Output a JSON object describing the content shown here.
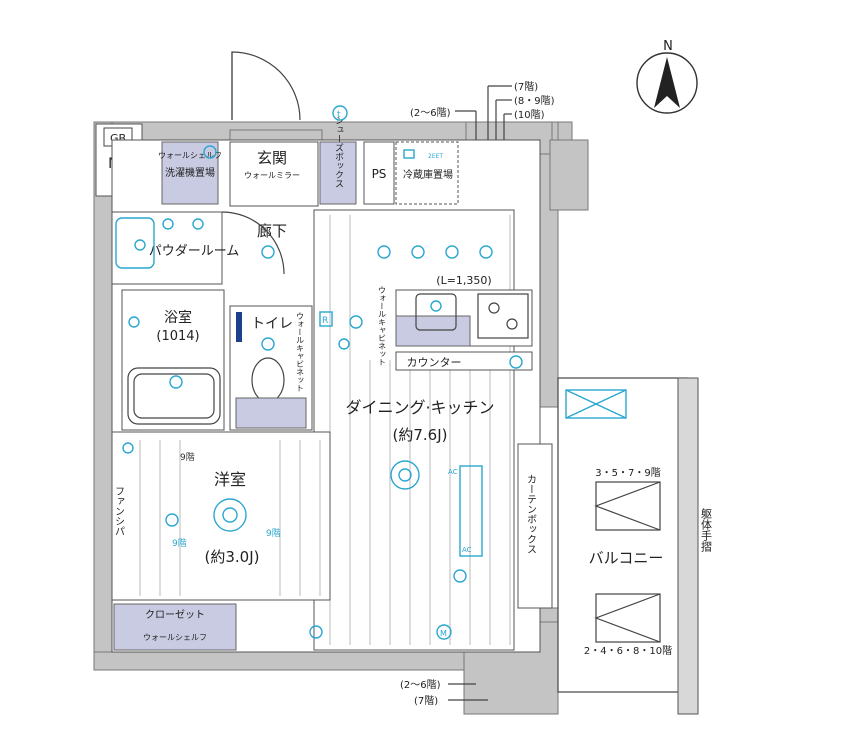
{
  "compass": {
    "letter": "N"
  },
  "rooms": {
    "genkan": "玄関",
    "wall_mirror": "ウォールミラー",
    "shoes_box": "シューズボックス",
    "ps": "PS",
    "mb": "MB",
    "gb": "GB",
    "wall_shelf_top": "ウォールシェルフ",
    "washer_space": "洗濯機置場",
    "fridge_space": "冷蔵庫置場",
    "hallway": "廊下",
    "powder_room": "パウダールーム",
    "bath": "浴室",
    "bath_size": "(1014)",
    "toilet": "トイレ",
    "wall_cabinet_left": "ウォールキャビネット",
    "wall_cabinet_right": "ウォールキャビネット",
    "kitchen_length": "(L=1,350)",
    "counter": "カウンター",
    "dining_kitchen": "ダイニング·キッチン",
    "dining_size": "(約7.6J)",
    "western_room": "洋室",
    "western_size": "(約3.0J)",
    "fan_ship": "ファンシパ",
    "closet": "クローゼット",
    "wall_shelf_bottom": "ウォールシェルフ",
    "curtain_box": "カーテンボックス",
    "balcony": "バルコニー",
    "frame_rail": "躯体手摺"
  },
  "notes": {
    "floor_2_6_top": "(2〜6階)",
    "floor_7_top": "(7階)",
    "floor_8_9_top": "(8・9階)",
    "floor_10_top": "(10階)",
    "floor_9_a": "9階",
    "floor_9_b": "9階",
    "floor_9_c": "9階",
    "balcony_floors_top": "3・5・7・9階",
    "balcony_floors_bottom": "2・4・6・8・10階",
    "floor_2_6_bottom": "(2〜6階)",
    "floor_7_bottom": "(7階)"
  },
  "symbols": {
    "t": "t",
    "r": "R",
    "m": "M",
    "ac": "AC",
    "gas": "2EET"
  },
  "colors": {
    "fixture": "#2aa7d0",
    "wall": "#c4c4c4",
    "storage": "#c9cbe3"
  }
}
